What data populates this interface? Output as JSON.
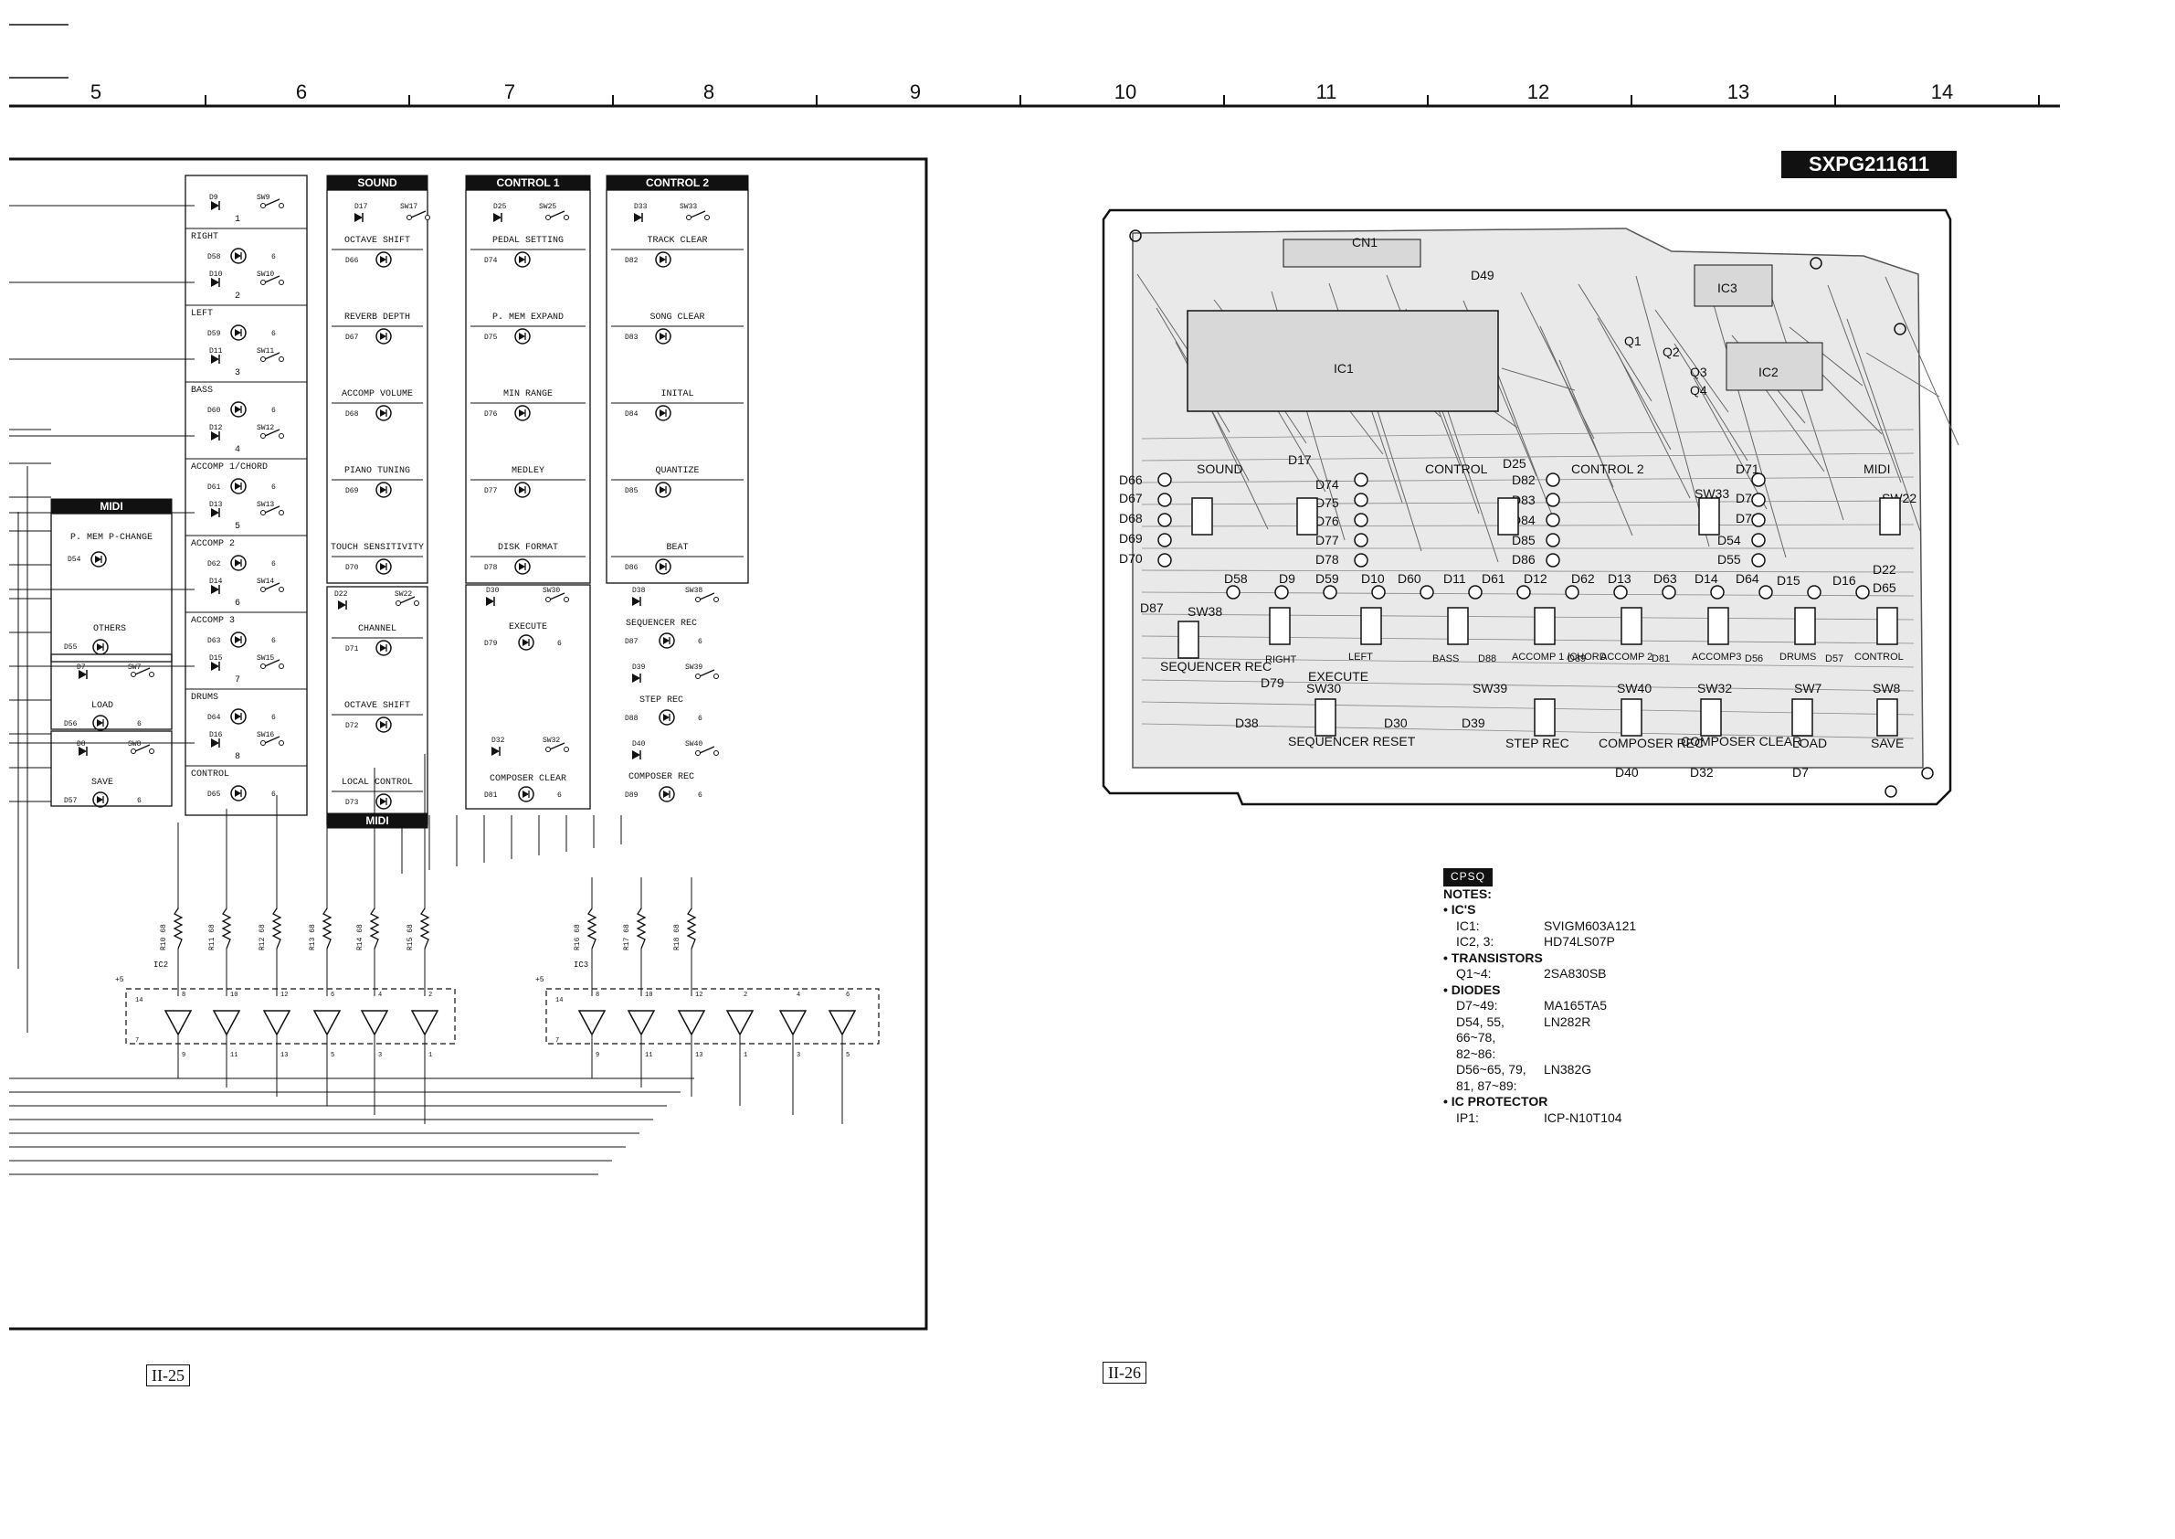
{
  "ruler": {
    "numbers": [
      "5",
      "6",
      "7",
      "8",
      "9",
      "10",
      "11",
      "12",
      "13",
      "14"
    ]
  },
  "schematic": {
    "groups": [
      {
        "id": "g1",
        "header": "",
        "rows": [
          {
            "diode": "D9",
            "switch": "SW9",
            "num": "1",
            "label": "RIGHT",
            "led": "D58",
            "pin": "6"
          },
          {
            "diode": "D10",
            "switch": "SW10",
            "num": "2",
            "label": "LEFT",
            "led": "D59",
            "pin": "6"
          },
          {
            "diode": "D11",
            "switch": "SW11",
            "num": "3",
            "label": "BASS",
            "led": "D60",
            "pin": "6"
          },
          {
            "diode": "D12",
            "switch": "SW12",
            "num": "4",
            "label": "ACCOMP 1/CHORD",
            "led": "D61",
            "pin": "6"
          },
          {
            "diode": "D13",
            "switch": "SW13",
            "num": "5",
            "label": "ACCOMP 2",
            "led": "D62",
            "pin": "6"
          },
          {
            "diode": "D14",
            "switch": "SW14",
            "num": "6",
            "label": "ACCOMP 3",
            "led": "D63",
            "pin": "6"
          },
          {
            "diode": "D15",
            "switch": "SW15",
            "num": "7",
            "label": "DRUMS",
            "led": "D64",
            "pin": "6"
          },
          {
            "diode": "D16",
            "switch": "SW16",
            "num": "8",
            "label": "CONTROL",
            "led": "D65",
            "pin": "6"
          }
        ]
      },
      {
        "id": "sound",
        "header": "SOUND",
        "first": {
          "diode": "D17",
          "switch": "SW17"
        },
        "leds": [
          {
            "label": "OCTAVE SHIFT",
            "led": "D66"
          },
          {
            "label": "REVERB DEPTH",
            "led": "D67"
          },
          {
            "label": "ACCOMP VOLUME",
            "led": "D68"
          },
          {
            "label": "PIANO TUNING",
            "led": "D69"
          },
          {
            "label": "TOUCH SENSITIVITY",
            "led": "D70"
          }
        ],
        "second": {
          "diode": "D22",
          "switch": "SW22"
        },
        "leds2": [
          {
            "label": "CHANNEL",
            "led": "D71"
          },
          {
            "label": "OCTAVE SHIFT",
            "led": "D72"
          },
          {
            "label": "LOCAL CONTROL",
            "led": "D73"
          }
        ],
        "footer": "MIDI"
      },
      {
        "id": "control1",
        "header": "CONTROL 1",
        "first": {
          "diode": "D25",
          "switch": "SW25"
        },
        "leds": [
          {
            "label": "PEDAL SETTING",
            "led": "D74"
          },
          {
            "label": "P. MEM EXPAND",
            "led": "D75"
          },
          {
            "label": "MIN RANGE",
            "led": "D76"
          },
          {
            "label": "MEDLEY",
            "led": "D77"
          },
          {
            "label": "DISK FORMAT",
            "led": "D78"
          }
        ],
        "execute": {
          "diode": "D30",
          "switch": "SW30",
          "label": "EXECUTE",
          "led": "D79",
          "pin": "6"
        },
        "composer": {
          "diode": "D32",
          "switch": "SW32",
          "label": "COMPOSER CLEAR",
          "led": "D81",
          "pin": "6"
        }
      },
      {
        "id": "control2",
        "header": "CONTROL 2",
        "first": {
          "diode": "D33",
          "switch": "SW33"
        },
        "leds": [
          {
            "label": "TRACK CLEAR",
            "led": "D82"
          },
          {
            "label": "SONG CLEAR",
            "led": "D83"
          },
          {
            "label": "INITAL",
            "led": "D84"
          },
          {
            "label": "QUANTIZE",
            "led": "D85"
          },
          {
            "label": "BEAT",
            "led": "D86"
          }
        ],
        "rows": [
          {
            "diode": "D38",
            "switch": "SW38",
            "label": "SEQUENCER REC",
            "led": "D87",
            "pin": "6"
          },
          {
            "diode": "D39",
            "switch": "SW39",
            "label": "STEP REC",
            "led": "D88",
            "pin": "6"
          },
          {
            "diode": "D40",
            "switch": "SW40",
            "label": "COMPOSER REC",
            "led": "D89",
            "pin": "6"
          }
        ]
      }
    ],
    "midi_box": {
      "header": "MIDI",
      "label": "P. MEM  P-CHANGE",
      "led": "D54"
    },
    "others": {
      "label": "OTHERS",
      "led": "D55"
    },
    "left_rows": [
      {
        "diode": "D7",
        "switch": "SW7",
        "label": "LOAD",
        "led": "D56",
        "pin": "6"
      },
      {
        "diode": "D8",
        "switch": "SW8",
        "label": "SAVE",
        "led": "D57",
        "pin": "6"
      }
    ],
    "resistors_left": [
      "R10 68",
      "R11 68",
      "R12 68",
      "R13 68",
      "R14 68",
      "R15 68"
    ],
    "resistors_right": [
      "R16 68",
      "R17 68",
      "R18 68"
    ],
    "ic2": {
      "name": "IC2",
      "vcc": "+5",
      "pin14": "14",
      "pin7": "7",
      "in_pins": [
        "8",
        "10",
        "12",
        "6",
        "4",
        "2"
      ],
      "out_pins": [
        "9",
        "11",
        "13",
        "5",
        "3",
        "1"
      ]
    },
    "ic3": {
      "name": "IC3",
      "vcc": "+5",
      "pin14": "14",
      "pin7": "7",
      "in_pins": [
        "8",
        "10",
        "12",
        "2",
        "4",
        "6"
      ],
      "out_pins": [
        "9",
        "11",
        "13",
        "1",
        "3",
        "5"
      ]
    }
  },
  "pcb": {
    "part_number": "SXPG211611",
    "labels": [
      "CN1",
      "IC1",
      "IC2",
      "IC3",
      "Q1",
      "Q2",
      "Q3",
      "Q4",
      "D49",
      "SOUND",
      "CONTROL",
      "CONTROL 2",
      "MIDI",
      "D66",
      "D67",
      "D68",
      "D69",
      "D70",
      "D74",
      "D75",
      "D76",
      "D77",
      "D78",
      "D71",
      "D72",
      "D73",
      "D54",
      "D55",
      "D82",
      "D83",
      "D84",
      "D85",
      "D86",
      "D17",
      "D25",
      "D58",
      "D9",
      "D59",
      "D10",
      "D60",
      "D11",
      "D61",
      "D12",
      "D62",
      "D13",
      "D63",
      "D14",
      "D64",
      "D15",
      "D16",
      "D65",
      "D22",
      "D87",
      "RIGHT",
      "LEFT",
      "BASS",
      "ACCOMP 1 /CHORD",
      "ACCOMP 2",
      "ACCOMP3",
      "DRUMS",
      "CONTROL",
      "D88",
      "D89",
      "D81",
      "D56",
      "D57",
      "SEQUENCER REC",
      "D79",
      "EXECUTE",
      "D38",
      "SEQUENCER RESET",
      "D30",
      "D39",
      "STEP REC",
      "COMPOSER REC",
      "D40",
      "COMPOSER CLEAR",
      "D32",
      "LOAD",
      "D7",
      "SAVE",
      "SW38",
      "SW30",
      "SW39",
      "SW40",
      "SW32",
      "SW7",
      "SW8",
      "SW22",
      "SW33"
    ]
  },
  "notes": {
    "badge": "CPSQ",
    "title": "NOTES:",
    "sections": [
      {
        "head": "IC'S",
        "rows": [
          [
            "IC1:",
            "SVIGM603A121"
          ],
          [
            "IC2, 3:",
            "HD74LS07P"
          ]
        ]
      },
      {
        "head": "TRANSISTORS",
        "rows": [
          [
            "Q1~4:",
            "2SA830SB"
          ]
        ]
      },
      {
        "head": "DIODES",
        "rows": [
          [
            "D7~49:",
            "MA165TA5"
          ],
          [
            "D54, 55,",
            "LN282R"
          ],
          [
            "  66~78,",
            ""
          ],
          [
            "  82~86:",
            ""
          ],
          [
            "D56~65, 79,",
            "LN382G"
          ],
          [
            "  81, 87~89:",
            ""
          ]
        ]
      },
      {
        "head": "IC PROTECTOR",
        "rows": [
          [
            "IP1:",
            "ICP-N10T104"
          ]
        ]
      }
    ]
  },
  "pages": {
    "left": "II-25",
    "right": "II-26"
  }
}
